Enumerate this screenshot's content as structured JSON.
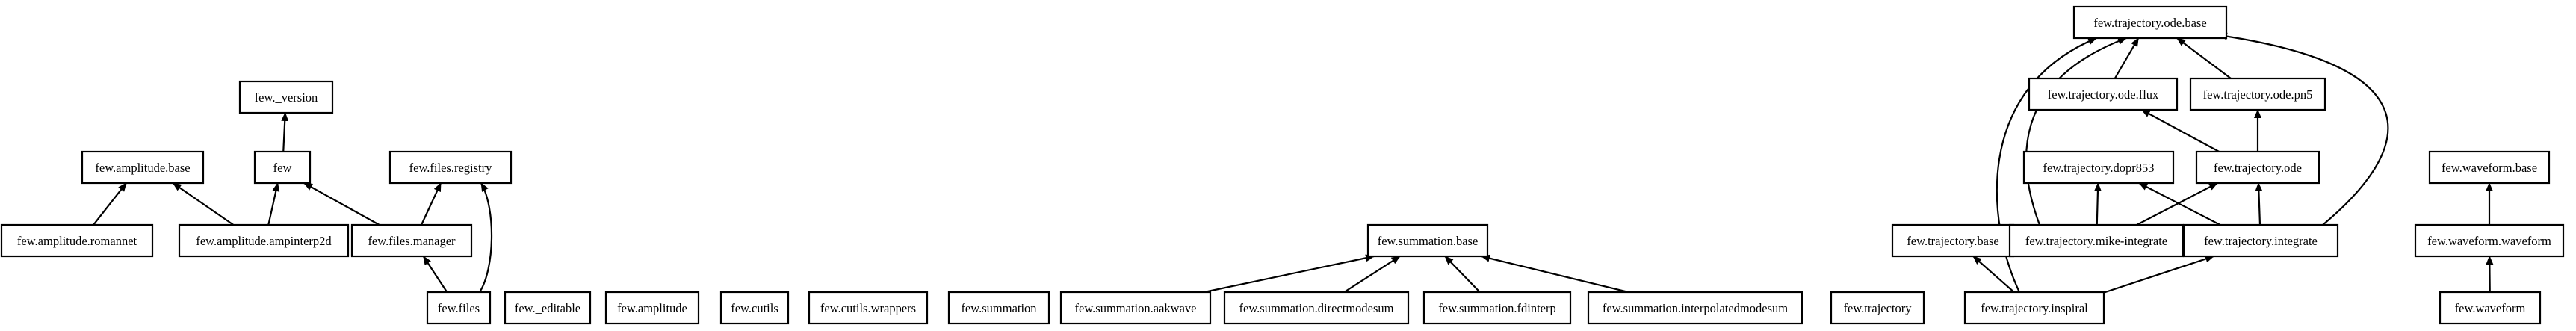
{
  "diagram": {
    "type": "module-dependency-graph",
    "nodes": [
      {
        "id": "few_version",
        "label": "few._version"
      },
      {
        "id": "amp_base",
        "label": "few.amplitude.base"
      },
      {
        "id": "few",
        "label": "few"
      },
      {
        "id": "files_registry",
        "label": "few.files.registry"
      },
      {
        "id": "amp_romannet",
        "label": "few.amplitude.romannet"
      },
      {
        "id": "amp_ampinterp2d",
        "label": "few.amplitude.ampinterp2d"
      },
      {
        "id": "files_manager",
        "label": "few.files.manager"
      },
      {
        "id": "files",
        "label": "few.files"
      },
      {
        "id": "editable",
        "label": "few._editable"
      },
      {
        "id": "amplitude",
        "label": "few.amplitude"
      },
      {
        "id": "cutils",
        "label": "few.cutils"
      },
      {
        "id": "cutils_wrappers",
        "label": "few.cutils.wrappers"
      },
      {
        "id": "summation",
        "label": "few.summation"
      },
      {
        "id": "sum_base",
        "label": "few.summation.base"
      },
      {
        "id": "sum_aakwave",
        "label": "few.summation.aakwave"
      },
      {
        "id": "sum_directmodesum",
        "label": "few.summation.directmodesum"
      },
      {
        "id": "sum_fdinterp",
        "label": "few.summation.fdinterp"
      },
      {
        "id": "sum_interpolatedmodesum",
        "label": "few.summation.interpolatedmodesum"
      },
      {
        "id": "traj",
        "label": "few.trajectory"
      },
      {
        "id": "traj_base",
        "label": "few.trajectory.base"
      },
      {
        "id": "traj_inspiral",
        "label": "few.trajectory.inspiral"
      },
      {
        "id": "ode_base",
        "label": "few.trajectory.ode.base"
      },
      {
        "id": "ode_flux",
        "label": "few.trajectory.ode.flux"
      },
      {
        "id": "ode_pn5",
        "label": "few.trajectory.ode.pn5"
      },
      {
        "id": "traj_dopr853",
        "label": "few.trajectory.dopr853"
      },
      {
        "id": "traj_ode",
        "label": "few.trajectory.ode"
      },
      {
        "id": "traj_mike",
        "label": "few.trajectory.mike-integrate"
      },
      {
        "id": "traj_integrate",
        "label": "few.trajectory.integrate"
      },
      {
        "id": "wf_base",
        "label": "few.waveform.base"
      },
      {
        "id": "wf_waveform",
        "label": "few.waveform.waveform"
      },
      {
        "id": "waveform",
        "label": "few.waveform"
      }
    ],
    "edges": [
      {
        "from": "few",
        "to": "few_version"
      },
      {
        "from": "amp_romannet",
        "to": "amp_base"
      },
      {
        "from": "amp_ampinterp2d",
        "to": "amp_base"
      },
      {
        "from": "amp_ampinterp2d",
        "to": "few"
      },
      {
        "from": "files_manager",
        "to": "few"
      },
      {
        "from": "files_manager",
        "to": "files_registry"
      },
      {
        "from": "files",
        "to": "files_manager"
      },
      {
        "from": "files",
        "to": "files_registry"
      },
      {
        "from": "sum_aakwave",
        "to": "sum_base"
      },
      {
        "from": "sum_directmodesum",
        "to": "sum_base"
      },
      {
        "from": "sum_fdinterp",
        "to": "sum_base"
      },
      {
        "from": "sum_interpolatedmodesum",
        "to": "sum_base"
      },
      {
        "from": "traj_inspiral",
        "to": "traj_base"
      },
      {
        "from": "traj_inspiral",
        "to": "traj_integrate"
      },
      {
        "from": "traj_inspiral",
        "to": "ode_base"
      },
      {
        "from": "ode_flux",
        "to": "ode_base"
      },
      {
        "from": "ode_pn5",
        "to": "ode_base"
      },
      {
        "from": "traj_ode",
        "to": "ode_flux"
      },
      {
        "from": "traj_ode",
        "to": "ode_pn5"
      },
      {
        "from": "traj_mike",
        "to": "traj_dopr853"
      },
      {
        "from": "traj_mike",
        "to": "traj_ode"
      },
      {
        "from": "traj_mike",
        "to": "ode_base"
      },
      {
        "from": "traj_integrate",
        "to": "traj_dopr853"
      },
      {
        "from": "traj_integrate",
        "to": "traj_ode"
      },
      {
        "from": "traj_integrate",
        "to": "ode_base"
      },
      {
        "from": "wf_waveform",
        "to": "wf_base"
      },
      {
        "from": "waveform",
        "to": "wf_waveform"
      }
    ]
  }
}
